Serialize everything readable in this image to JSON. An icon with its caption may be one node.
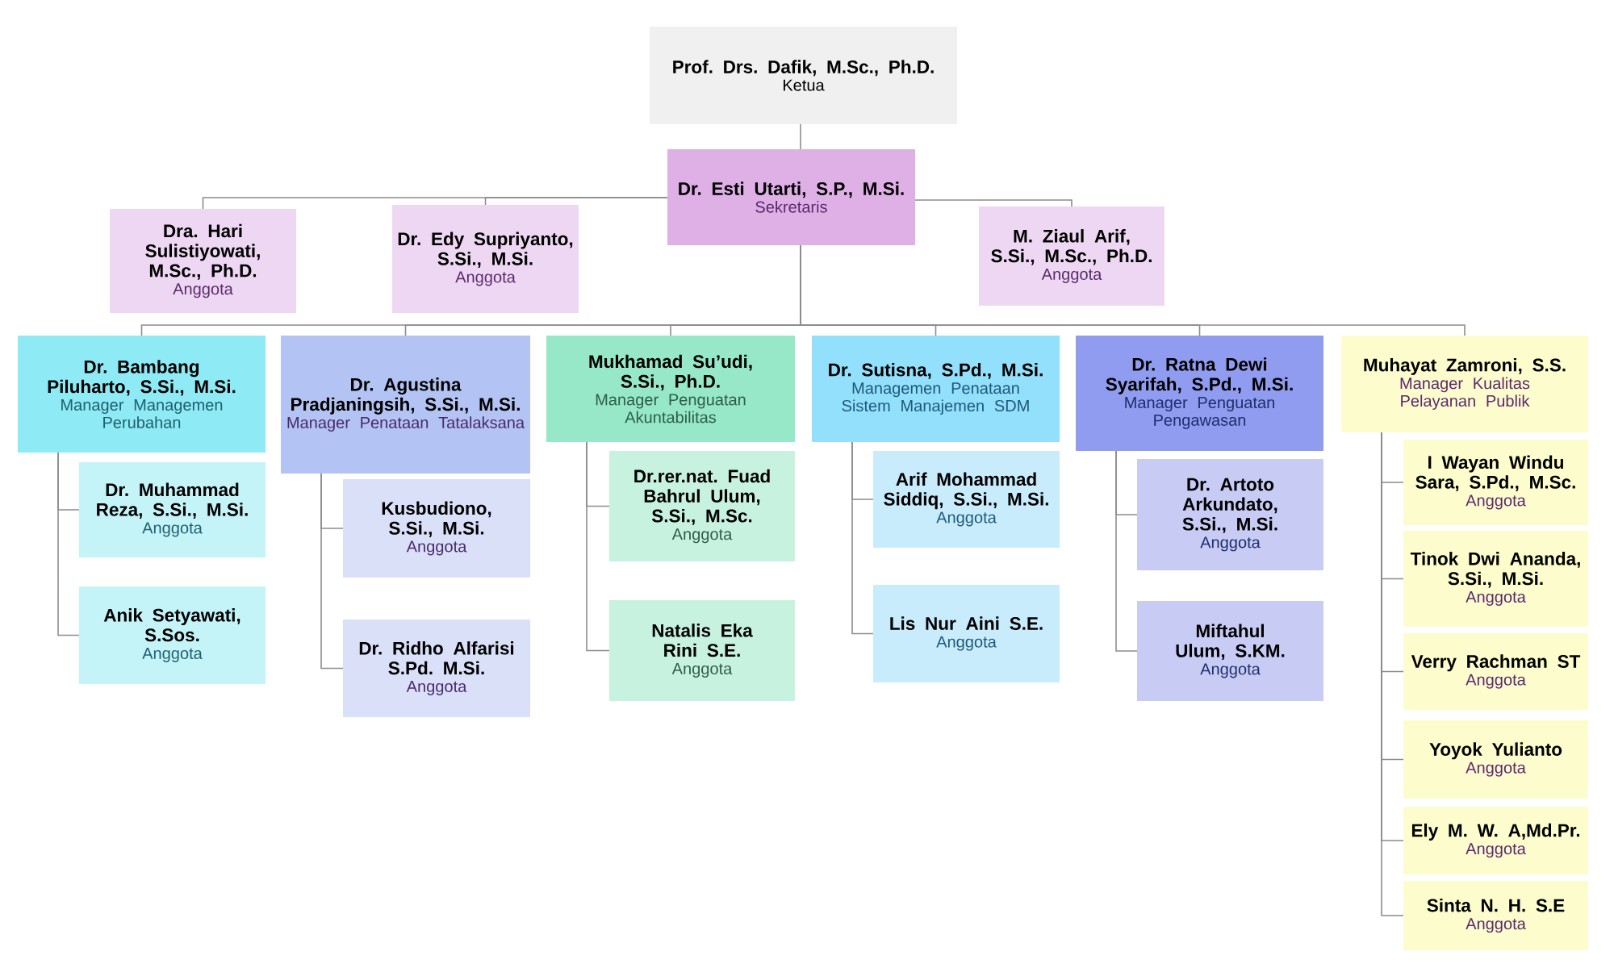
{
  "diagram": {
    "nodes": [
      {
        "text": [
          "Prof. Drs. Dafik, M.Sc., Ph.D.",
          "Ketua"
        ]
      },
      {
        "text": [
          "Dr. Esti Utarti, S.P., M.Si.",
          "Sekretaris"
        ]
      },
      {
        "text": [
          "Dra. Hari Sulistiyowati, M.Sc., Ph.D.",
          "Anggota"
        ]
      },
      {
        "text": [
          "Dr. Edy Supriyanto, S.Si., M.Si.",
          "Anggota"
        ]
      },
      {
        "text": [
          "M. Ziaul Arif, S.Si., M.Sc., Ph.D.",
          "Anggota"
        ]
      },
      {
        "text": [
          "Dr. Bambang Piluharto, S.Si., M.Si.",
          "Manager Managemen Perubahan"
        ]
      },
      {
        "text": [
          "Dr. Muhammad Reza, S.Si., M.Si.",
          "Anggota"
        ]
      },
      {
        "text": [
          "Anik Setyawati, S.Sos.",
          "Anggota"
        ]
      },
      {
        "text": [
          "Dr. Agustina Pradjaningsih, S.Si., M.Si.",
          "Manager Penataan Tatalaksana"
        ]
      },
      {
        "text": [
          "Kusbudiono, S.Si., M.Si.",
          "Anggota"
        ]
      },
      {
        "text": [
          "Dr. Ridho Alfarisi S.Pd. M.Si.",
          "Anggota"
        ]
      },
      {
        "text": [
          "Mukhamad Su’udi, S.Si., Ph.D.",
          "Manager Penguatan Akuntabilitas"
        ]
      },
      {
        "text": [
          "Dr.rer.nat. Fuad Bahrul Ulum, S.Si., M.Sc.",
          "Anggota"
        ]
      },
      {
        "text": [
          "Natalis Eka Rini S.E.",
          "Anggota"
        ]
      },
      {
        "text": [
          "Dr. Sutisna, S.Pd., M.Si.",
          "Managemen Penataan Sistem Manajemen SDM"
        ]
      },
      {
        "text": [
          "Arif Mohammad Siddiq, S.Si., M.Si.",
          "Anggota"
        ]
      },
      {
        "text": [
          "Lis Nur Aini S.E.",
          "Anggota"
        ]
      },
      {
        "text": [
          "Dr. Ratna Dewi Syarifah, S.Pd., M.Si.",
          "Manager Penguatan Pengawasan"
        ]
      },
      {
        "text": [
          "Dr. Artoto Arkundato, S.Si., M.Si.",
          "Anggota"
        ]
      },
      {
        "text": [
          "Miftahul Ulum, S.KM.",
          "Anggota"
        ]
      },
      {
        "text": [
          "Muhayat Zamroni, S.S.",
          "Manager Kualitas Pelayanan Publik"
        ]
      },
      {
        "text": [
          "I Wayan Windu Sara, S.Pd., M.Sc.",
          "Anggota"
        ]
      },
      {
        "text": [
          "Tinok Dwi Ananda, S.Si., M.Si.",
          "Anggota"
        ]
      },
      {
        "text": [
          "Verry Rachman ST",
          "Anggota"
        ]
      },
      {
        "text": [
          "Yoyok Yulianto",
          "Anggota"
        ]
      },
      {
        "text": [
          "Ely M. W. A,Md.Pr.",
          "Anggota"
        ]
      },
      {
        "text": [
          "Sinta N. H. S.E",
          "Anggota"
        ]
      }
    ],
    "edges": [
      {
        "from": 0,
        "to": 1,
        "arrow": "none"
      },
      {
        "from": 1,
        "to": 2,
        "arrow": "none"
      },
      {
        "from": 1,
        "to": 3,
        "arrow": "none"
      },
      {
        "from": 1,
        "to": 4,
        "arrow": "none"
      },
      {
        "from": 1,
        "to": 5,
        "arrow": "none"
      },
      {
        "from": 1,
        "to": 8,
        "arrow": "none"
      },
      {
        "from": 1,
        "to": 11,
        "arrow": "none"
      },
      {
        "from": 1,
        "to": 14,
        "arrow": "none"
      },
      {
        "from": 1,
        "to": 17,
        "arrow": "none"
      },
      {
        "from": 1,
        "to": 20,
        "arrow": "none"
      },
      {
        "from": 5,
        "to": 6,
        "arrow": "none"
      },
      {
        "from": 5,
        "to": 7,
        "arrow": "none"
      },
      {
        "from": 8,
        "to": 9,
        "arrow": "none"
      },
      {
        "from": 8,
        "to": 10,
        "arrow": "none"
      },
      {
        "from": 11,
        "to": 12,
        "arrow": "none"
      },
      {
        "from": 11,
        "to": 13,
        "arrow": "none"
      },
      {
        "from": 14,
        "to": 15,
        "arrow": "none"
      },
      {
        "from": 14,
        "to": 16,
        "arrow": "none"
      },
      {
        "from": 17,
        "to": 18,
        "arrow": "none"
      },
      {
        "from": 17,
        "to": 19,
        "arrow": "none"
      },
      {
        "from": 20,
        "to": 21,
        "arrow": "none"
      },
      {
        "from": 20,
        "to": 22,
        "arrow": "none"
      },
      {
        "from": 20,
        "to": 23,
        "arrow": "none"
      },
      {
        "from": 20,
        "to": 24,
        "arrow": "none"
      },
      {
        "from": 20,
        "to": 25,
        "arrow": "none"
      },
      {
        "from": 20,
        "to": 26,
        "arrow": "none"
      }
    ]
  }
}
